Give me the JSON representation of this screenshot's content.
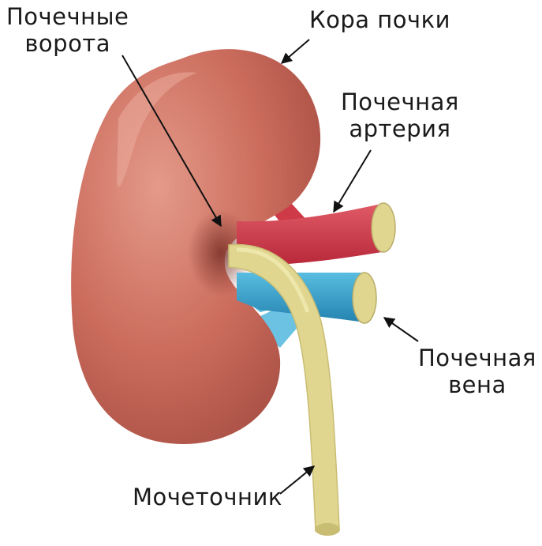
{
  "labels": {
    "hilum": [
      "Почечные",
      "ворота"
    ],
    "cortex": "Кора почки",
    "artery": [
      "Почечная",
      "артерия"
    ],
    "vein": [
      "Почечная",
      "вена"
    ],
    "ureter": "Мочеточник"
  },
  "colors": {
    "kidney": "#c9685a",
    "kidney_light": "#e08e7e",
    "artery": "#d6404e",
    "vein": "#3aa6cf",
    "ureter": "#e0d690",
    "ureter_end": "#c9bd74",
    "line": "#111111"
  },
  "icons": {
    "kidney": "kidney-illustration",
    "pointer": "arrow-pointer"
  }
}
